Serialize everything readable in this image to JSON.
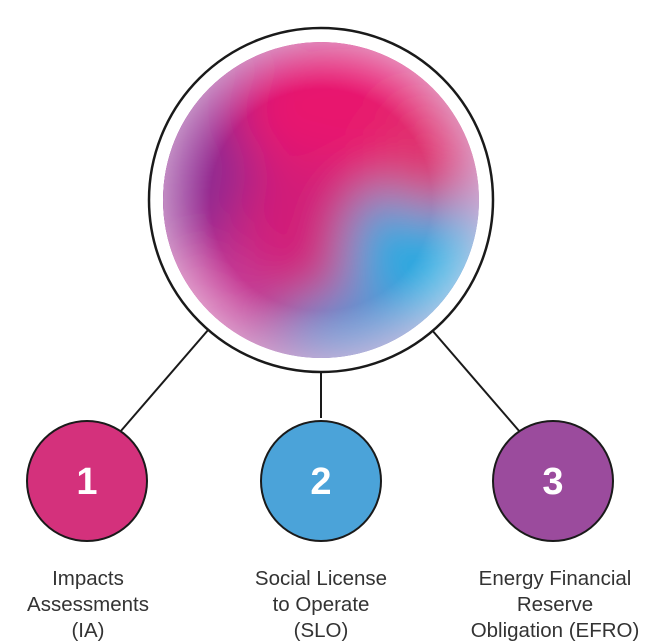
{
  "colors": {
    "node1": "#d4317c",
    "node2": "#4ba3d9",
    "node3": "#9b4b9d",
    "outline": "#1a1a1a",
    "text": "#333333",
    "orb_magenta": "#e8146e",
    "orb_purple": "#8e2b92",
    "orb_blue": "#29a9e0"
  },
  "hub": {
    "icon": "gradient-orb-icon"
  },
  "nodes": [
    {
      "number": "1",
      "label": "Impacts\nAssessments\n(IA)"
    },
    {
      "number": "2",
      "label": "Social License\nto Operate\n(SLO)"
    },
    {
      "number": "3",
      "label": "Energy Financial\nReserve\nObligation (EFRO)"
    }
  ]
}
